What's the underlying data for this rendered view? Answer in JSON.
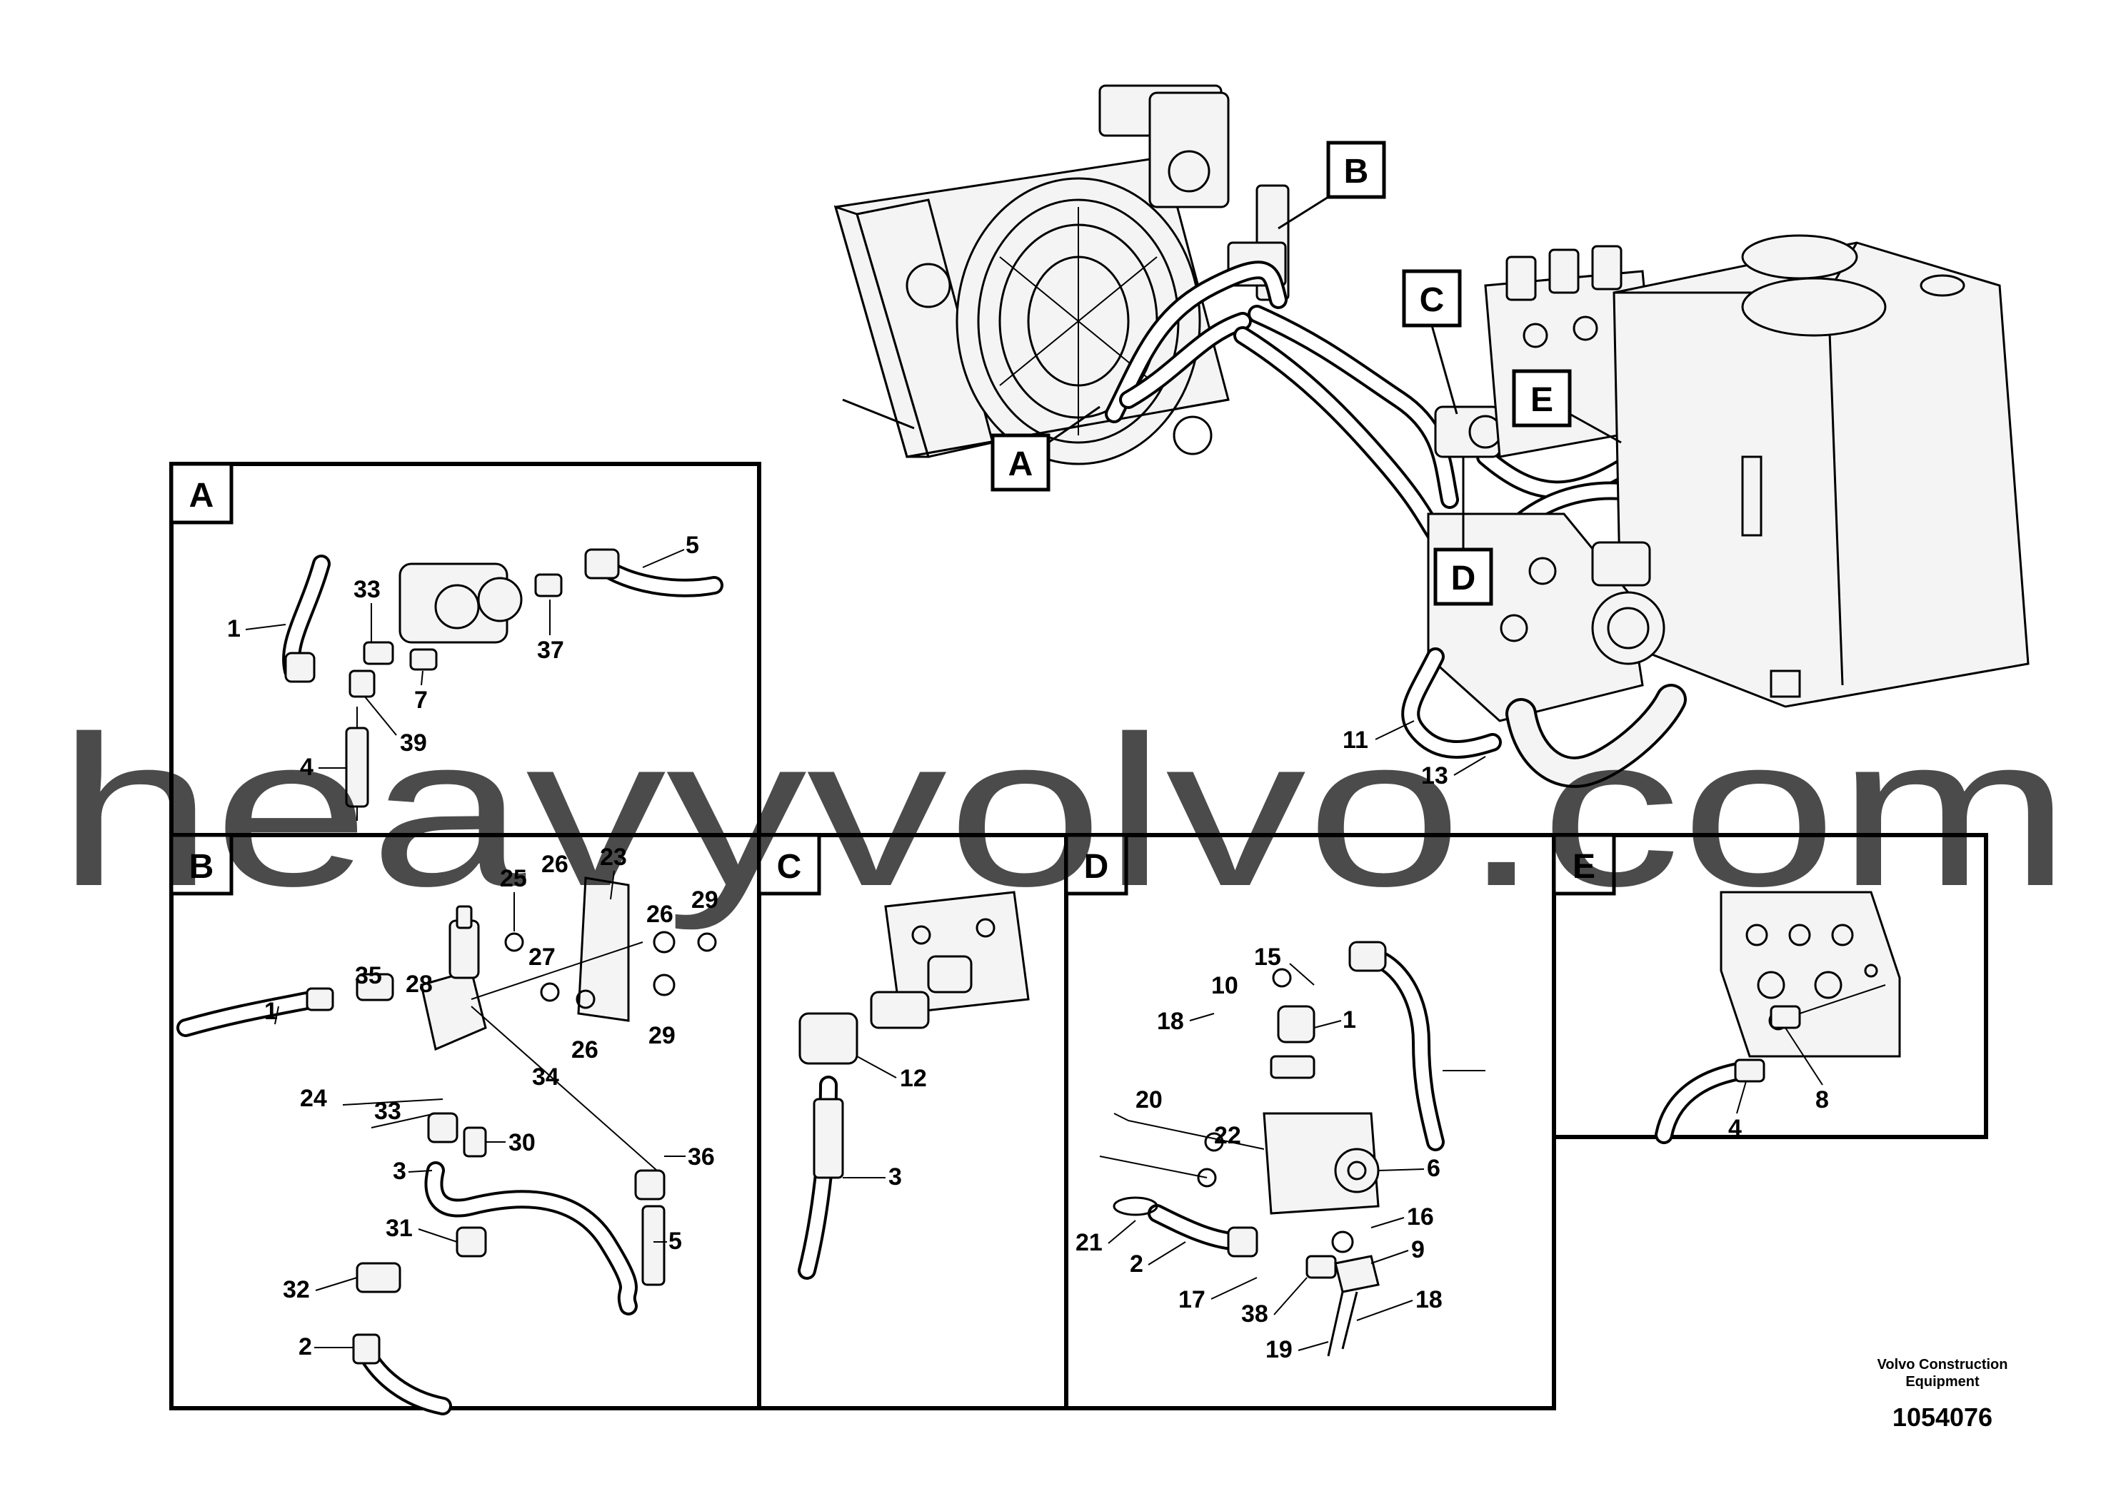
{
  "watermark": "heavyvolvo.com",
  "footer": {
    "company_line1": "Volvo Construction",
    "company_line2": "Equipment",
    "drawing_number": "1054076"
  },
  "overview": {
    "callouts": [
      "B",
      "C",
      "A",
      "E",
      "D"
    ],
    "numbers": [
      "11",
      "13"
    ]
  },
  "panels": {
    "A": {
      "tag": "A",
      "numbers": [
        "33",
        "5",
        "1",
        "37",
        "7",
        "39",
        "4"
      ]
    },
    "B": {
      "tag": "B",
      "numbers": [
        "26",
        "23",
        "25",
        "26",
        "29",
        "27",
        "35",
        "28",
        "1",
        "29",
        "24",
        "33",
        "26",
        "34",
        "30",
        "36",
        "3",
        "31",
        "5",
        "32",
        "2"
      ]
    },
    "C": {
      "tag": "C",
      "numbers": [
        "12",
        "3"
      ]
    },
    "D": {
      "tag": "D",
      "numbers": [
        "15",
        "10",
        "18",
        "1",
        "20",
        "22",
        "6",
        "21",
        "2",
        "17",
        "16",
        "9",
        "38",
        "18",
        "19"
      ]
    },
    "E": {
      "tag": "E",
      "numbers": [
        "4",
        "8"
      ]
    }
  }
}
